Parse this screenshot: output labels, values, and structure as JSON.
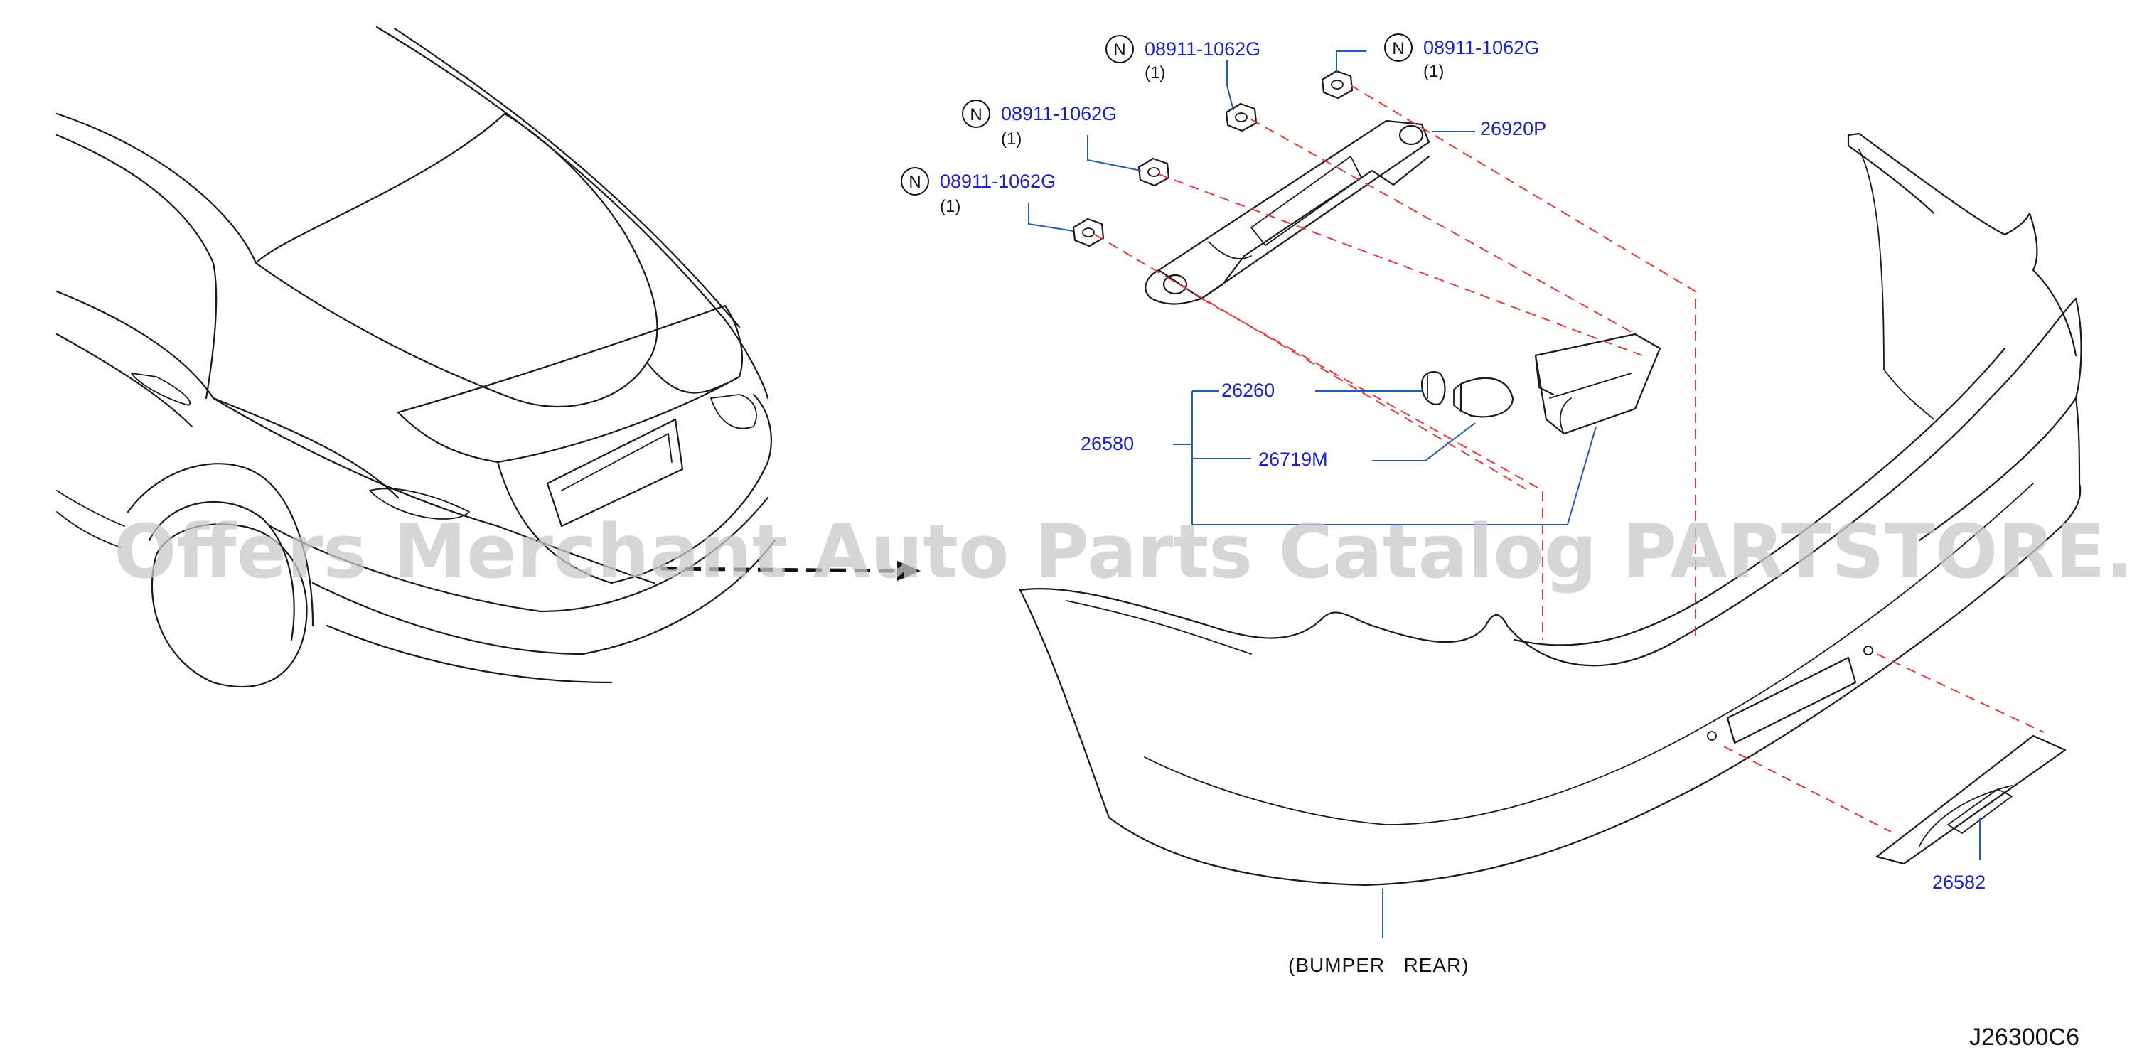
{
  "watermark": "Offers Merchant Auto Parts Catalog PARTSTORE.SA",
  "figure_id": "J26300C6",
  "caption": "(BUMPER   REAR)",
  "nut_marker": "N",
  "nuts": [
    {
      "number": "08911-1062G",
      "qty": "(1)"
    },
    {
      "number": "08911-1062G",
      "qty": "(1)"
    },
    {
      "number": "08911-1062G",
      "qty": "(1)"
    },
    {
      "number": "08911-1062G",
      "qty": "(1)"
    }
  ],
  "parts": {
    "bracket": "26920P",
    "socket": "26260",
    "lamp_assembly": "26580",
    "bulb": "26719M",
    "finisher": "26582"
  },
  "colors": {
    "part_label": "#1b21c9",
    "leader_line": "#1f5fb3",
    "alignment_dash": "#e23a3a",
    "watermark": "#c8c8c8"
  }
}
